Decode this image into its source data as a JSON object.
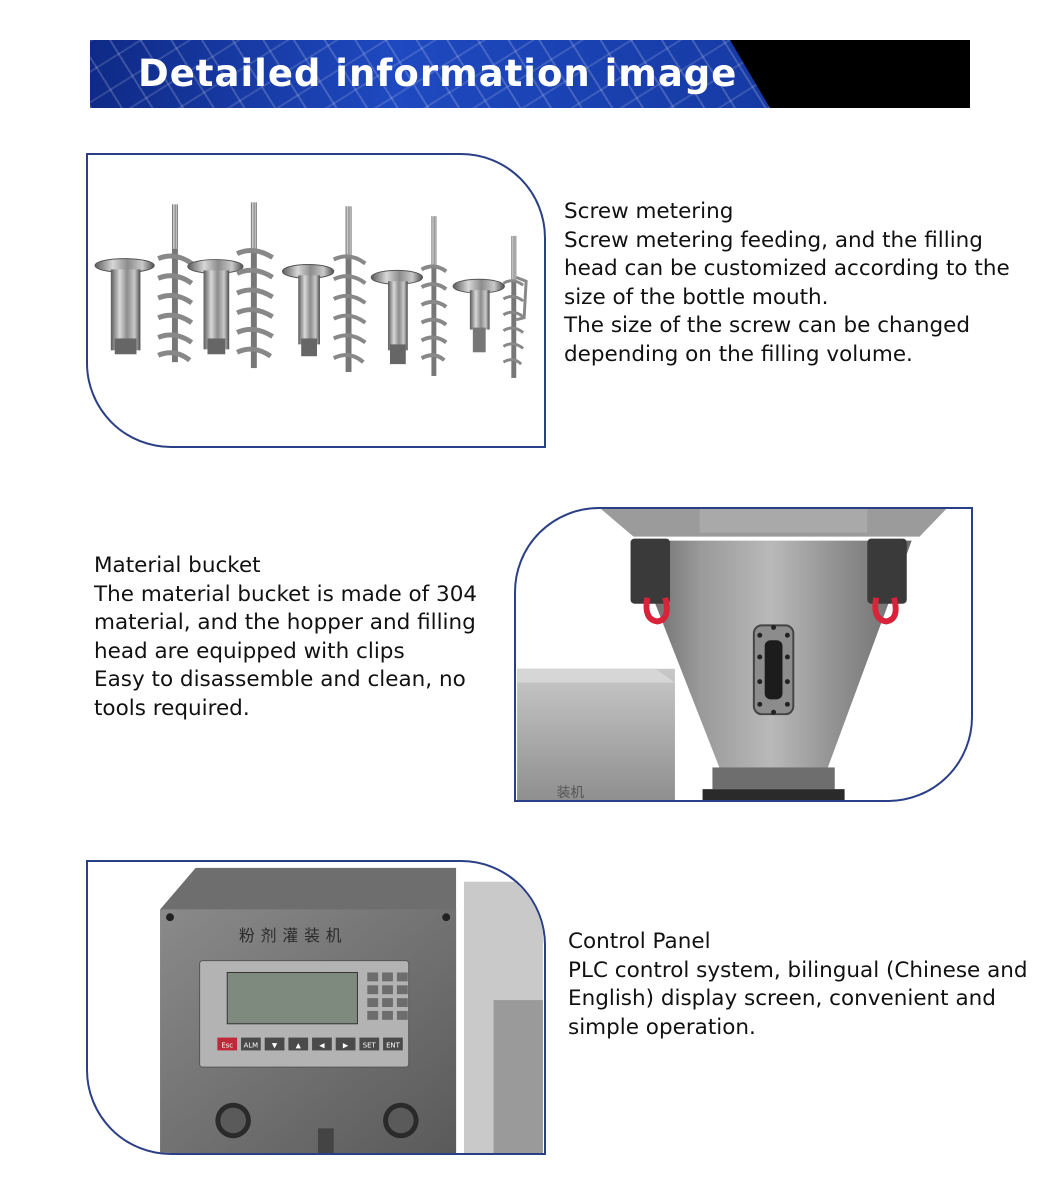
{
  "banner": {
    "title": "Detailed information image"
  },
  "sections": {
    "screw": {
      "heading": "Screw metering",
      "body": "Screw metering feeding, and the filling head can be customized according to the size of the bottle mouth.",
      "body2": "The size of the screw can be changed depending on the filling volume."
    },
    "bucket": {
      "heading": "Material bucket",
      "body": "The material bucket is made of 304 material, and the hopper and filling head are equipped with clips",
      "body2": "Easy to disassemble and clean, no tools required."
    },
    "panel": {
      "heading": "Control Panel",
      "body": "PLC control system, bilingual (Chinese and English) display screen, convenient and simple operation."
    }
  },
  "images": {
    "panel_plate_text": "粉剂灌装机",
    "panel_keys": [
      "Esc",
      "ALM",
      "▼",
      "▲",
      "◀",
      "▶",
      "SET",
      "ENT"
    ],
    "bucket_plate_text": "装机"
  },
  "colors": {
    "frame_border": "#2b3f86",
    "banner_blue": "#1f49c0",
    "banner_black": "#000000",
    "clip_red": "#d8233a"
  }
}
